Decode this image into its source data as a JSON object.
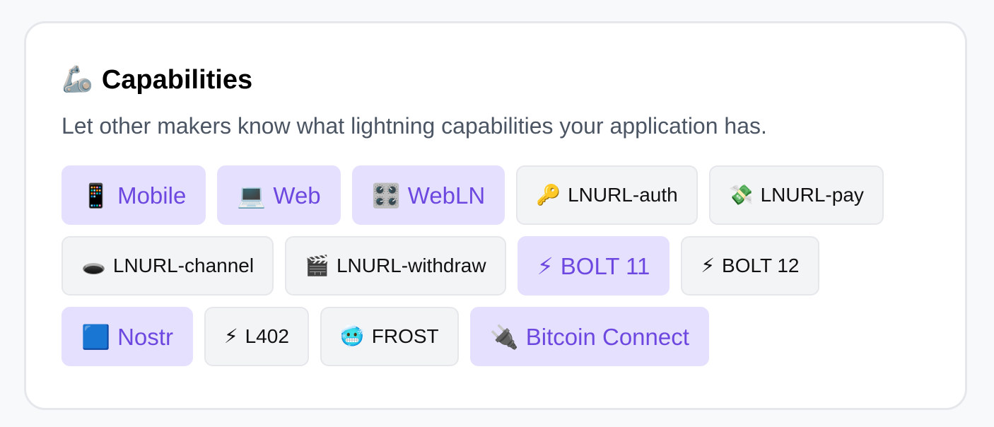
{
  "section": {
    "emoji": "🦾",
    "title": "Capabilities",
    "subtitle": "Let other makers know what lightning capabilities your application has."
  },
  "chips": [
    {
      "icon": "📱",
      "label": "Mobile",
      "selected": true,
      "name": "chip-mobile"
    },
    {
      "icon": "💻",
      "label": "Web",
      "selected": true,
      "name": "chip-web"
    },
    {
      "icon": "🎛️",
      "label": "WebLN",
      "selected": true,
      "name": "chip-webln"
    },
    {
      "icon": "🔑",
      "label": "LNURL-auth",
      "selected": false,
      "name": "chip-lnurl-auth"
    },
    {
      "icon": "💸",
      "label": "LNURL-pay",
      "selected": false,
      "name": "chip-lnurl-pay"
    },
    {
      "icon": "🕳️",
      "label": "LNURL-channel",
      "selected": false,
      "name": "chip-lnurl-channel"
    },
    {
      "icon": "🎬",
      "label": "LNURL-withdraw",
      "selected": false,
      "name": "chip-lnurl-withdraw"
    },
    {
      "icon": "⚡",
      "label": "BOLT 11",
      "selected": true,
      "name": "chip-bolt-11"
    },
    {
      "icon": "⚡",
      "label": "BOLT 12",
      "selected": false,
      "name": "chip-bolt-12"
    },
    {
      "icon": "🟦",
      "label": "Nostr",
      "selected": true,
      "name": "chip-nostr"
    },
    {
      "icon": "⚡",
      "label": "L402",
      "selected": false,
      "name": "chip-l402"
    },
    {
      "icon": "🥶",
      "label": "FROST",
      "selected": false,
      "name": "chip-frost"
    },
    {
      "icon": "🔌",
      "label": "Bitcoin Connect",
      "selected": true,
      "name": "chip-bitcoin-connect"
    }
  ],
  "colors": {
    "selected_bg": "#e6e0ff",
    "selected_text": "#6d48e0",
    "unselected_bg": "#f3f4f6",
    "unselected_border": "#e5e7eb"
  }
}
